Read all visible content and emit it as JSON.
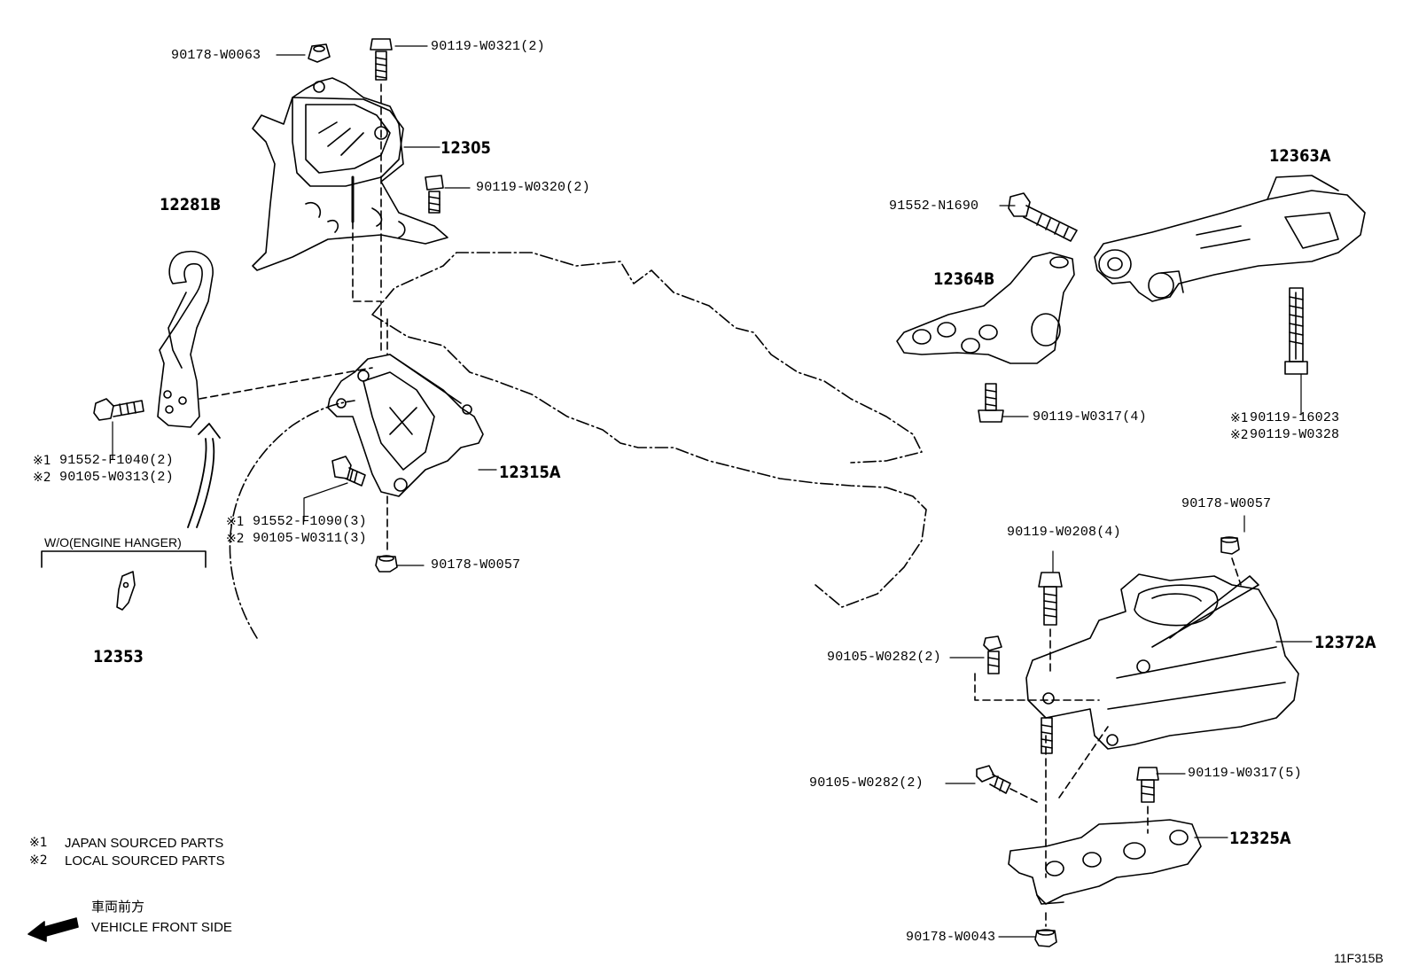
{
  "diagram_code": "11F315B",
  "parts": {
    "p12305": "12305",
    "p12281B": "12281B",
    "p12315A": "12315A",
    "p12353": "12353",
    "p12363A": "12363A",
    "p12364B": "12364B",
    "p12372A": "12372A",
    "p12325A": "12325A"
  },
  "fasteners": {
    "f90178_W0063": "90178-W0063",
    "f90119_W0321": "90119-W0321(2)",
    "f90119_W0320": "90119-W0320(2)",
    "f91552_F1040": "91552-F1040(2)",
    "f90105_W0313": "90105-W0313(2)",
    "f91552_F1090": "91552-F1090(3)",
    "f90105_W0311": "90105-W0311(3)",
    "f90178_W0057_left": "90178-W0057",
    "f91552_N1690": "91552-N1690",
    "f90119_W0317_4": "90119-W0317(4)",
    "f90119_16023": "90119-16023",
    "f90119_W0328": "90119-W0328",
    "f90178_W0057_right": "90178-W0057",
    "f90119_W0208": "90119-W0208(4)",
    "f90105_W0282_upper": "90105-W0282(2)",
    "f90105_W0282_lower": "90105-W0282(2)",
    "f90119_W0317_5": "90119-W0317(5)",
    "f90178_W0043": "90178-W0043"
  },
  "marks": {
    "m1": "※1",
    "m2": "※2"
  },
  "engine_hanger_note": "W/O(ENGINE HANGER)",
  "legend": {
    "item1_mark": "※1",
    "item1_text": "JAPAN SOURCED PARTS",
    "item2_mark": "※2",
    "item2_text": "LOCAL SOURCED PARTS"
  },
  "direction": {
    "jp": "車両前方",
    "en": "VEHICLE FRONT SIDE"
  },
  "colors": {
    "ink": "#000000",
    "paper": "#ffffff"
  }
}
